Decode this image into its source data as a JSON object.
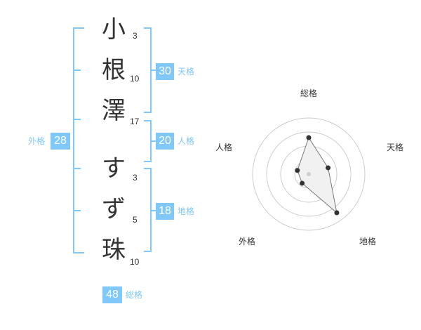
{
  "name": {
    "chars": [
      {
        "char": "小",
        "strokes": "3"
      },
      {
        "char": "根",
        "strokes": "10"
      },
      {
        "char": "澤",
        "strokes": "17"
      },
      {
        "char": "す",
        "strokes": "3"
      },
      {
        "char": "ず",
        "strokes": "5"
      },
      {
        "char": "珠",
        "strokes": "10"
      }
    ]
  },
  "grades": {
    "tenkaku": {
      "value": "30",
      "label": "天格"
    },
    "jinkaku": {
      "value": "20",
      "label": "人格"
    },
    "chikaku": {
      "value": "18",
      "label": "地格"
    },
    "gaikaku": {
      "value": "28",
      "label": "外格"
    },
    "soukaku": {
      "value": "48",
      "label": "総格"
    }
  },
  "radar": {
    "labels": {
      "top": "総格",
      "right": "天格",
      "bottom_right": "地格",
      "bottom_left": "外格",
      "left": "人格"
    },
    "levels": 4,
    "values": [
      2.6,
      1.45,
      3.4,
      0.8,
      0.85
    ]
  },
  "colors": {
    "accent": "#7fc8f8",
    "text": "#333333",
    "ring": "#cccccc",
    "point": "#333333"
  }
}
